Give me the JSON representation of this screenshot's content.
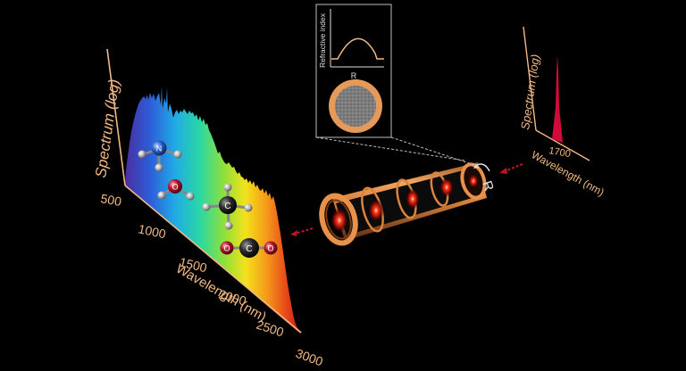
{
  "left_plot": {
    "ylabel": "Spectrum (log)",
    "xlabel": "Wavelength (nm)",
    "ticks": [
      "500",
      "1000",
      "1500",
      "2000",
      "2500",
      "3000"
    ]
  },
  "right_plot": {
    "ylabel": "Spectrum (log)",
    "xlabel": "Wavelength (nm)",
    "tick": "1700"
  },
  "inset": {
    "ylabel": "Refractive index",
    "xlabel": "R"
  },
  "fiber": {
    "radius_label": "R"
  },
  "molecules": {
    "ammonia_center": "N",
    "water_center": "O",
    "methane_center": "C",
    "co2_center": "C",
    "co2_left": "O",
    "co2_right": "O"
  },
  "colors": {
    "axis": "#f1b884",
    "peak": "#d10a3a",
    "fiber_cladding": "#e0833e",
    "mode_red": "#ff3a1a"
  }
}
